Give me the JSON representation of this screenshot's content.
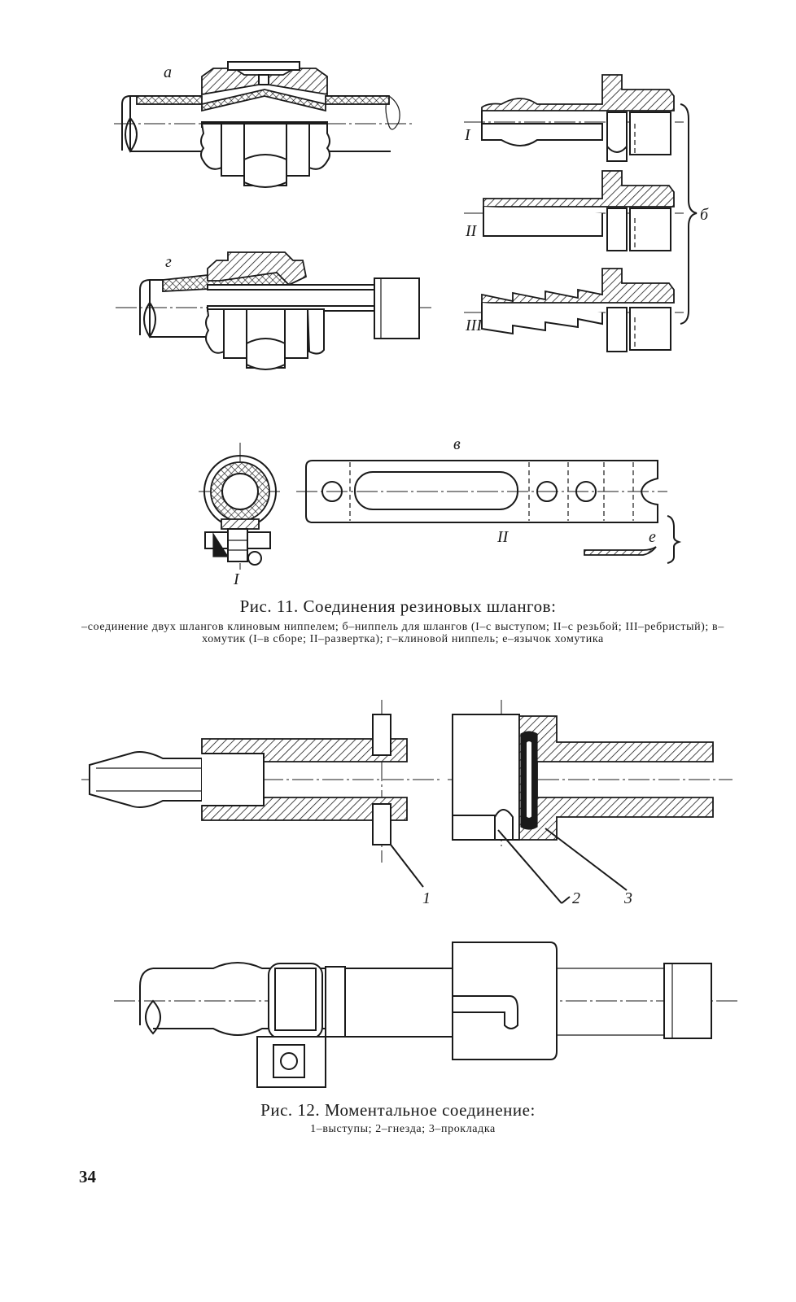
{
  "labels": {
    "a": "a",
    "b": "б",
    "v": "в",
    "g": "г",
    "e": "е",
    "r1": "I",
    "r2": "II",
    "r3": "III",
    "p1": "1",
    "p2": "2",
    "p3": "3"
  },
  "fig11": {
    "caption": "Рис. 11. Соединения резиновых шлангов:",
    "legend": "–соединение двух шлангов клиновым ниппелем; б–ниппель для шлангов (I–с выступом; II–с резьбой; III–ребристый); в–хомутик (I–в сборе; II–развертка); г–клиновой ниппель; е–язычок хомутика"
  },
  "fig12": {
    "caption": "Рис. 12. Моментальное соединение:",
    "legend": "1–выступы; 2–гнезда; 3–прокладка"
  },
  "page_number": "34"
}
